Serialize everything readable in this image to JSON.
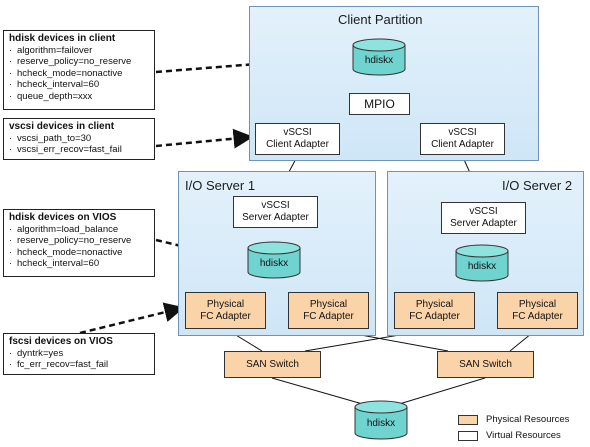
{
  "colors": {
    "region_fill": "#d8ecf9",
    "region_border": "#6f93b8",
    "physical_resource": "#fbd3a8",
    "virtual_resource": "#ffffff",
    "disk_fill": "#6fd3cf"
  },
  "regions": {
    "client_partition": "Client Partition",
    "io_server_1": "I/O Server 1",
    "io_server_2": "I/O Server 2"
  },
  "components": {
    "client_disk": "hdiskx",
    "mpio": "MPIO",
    "client_adapter_left": [
      "vSCSI",
      "Client Adapter"
    ],
    "client_adapter_right": [
      "vSCSI",
      "Client Adapter"
    ],
    "server1_adapter": [
      "vSCSI",
      "Server Adapter"
    ],
    "server1_disk": "hdiskx",
    "server1_fc_left": [
      "Physical",
      "FC Adapter"
    ],
    "server1_fc_right": [
      "Physical",
      "FC Adapter"
    ],
    "server2_adapter": [
      "vSCSI",
      "Server Adapter"
    ],
    "server2_disk": "hdiskx",
    "server2_fc_left": [
      "Physical",
      "FC Adapter"
    ],
    "server2_fc_right": [
      "Physical",
      "FC Adapter"
    ],
    "san_switch_left": "SAN Switch",
    "san_switch_right": "SAN Switch",
    "san_disk": "hdiskx"
  },
  "notes": {
    "hdisk_client": {
      "title": "hdisk devices in client",
      "items": [
        "algorithm=failover",
        "reserve_policy=no_reserve",
        "hcheck_mode=nonactive",
        "hcheck_interval=60",
        "queue_depth=xxx"
      ]
    },
    "vscsi_client": {
      "title": "vscsi devices in client",
      "items": [
        "vscsi_path_to=30",
        "vscsi_err_recov=fast_fail"
      ]
    },
    "hdisk_vios": {
      "title": "hdisk devices on VIOS",
      "items": [
        "algorithm=load_balance",
        "reserve_policy=no_reserve",
        "hcheck_mode=nonactive",
        "hcheck_interval=60"
      ]
    },
    "fscsi_vios": {
      "title": "fscsi devices on VIOS",
      "items": [
        "dyntrk=yes",
        "fc_err_recov=fast_fail"
      ]
    }
  },
  "legend": {
    "physical": "Physical Resources",
    "virtual": "Virtual Resources"
  }
}
